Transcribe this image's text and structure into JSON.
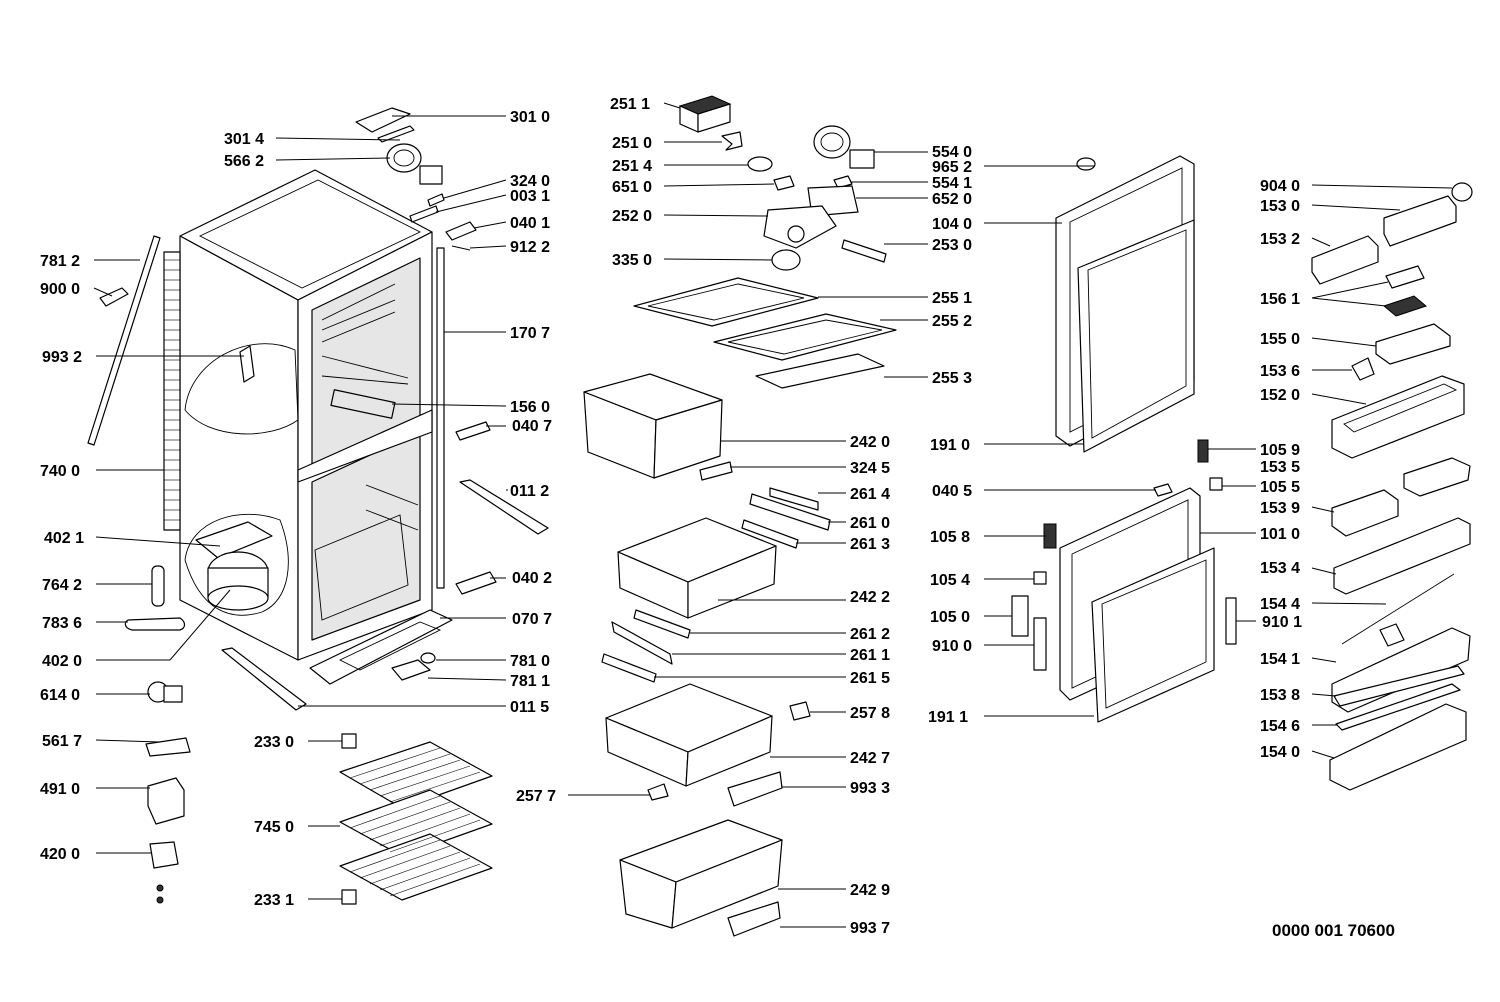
{
  "catalog_number": "0000 001 70600",
  "labels": {
    "p3010": "301 0",
    "p3014": "301 4",
    "p5662": "566 2",
    "p3240": "324 0",
    "p0031": "003 1",
    "p0401": "040 1",
    "p9122": "912 2",
    "p7812": "781 2",
    "p9000": "900 0",
    "p1707": "170 7",
    "p9932": "993 2",
    "p1560": "156 0",
    "p0407": "040 7",
    "p7400": "740 0",
    "p0112": "011 2",
    "p4021": "402 1",
    "p0402": "040 2",
    "p7642": "764 2",
    "p7836": "783 6",
    "p0707": "070 7",
    "p4020": "402 0",
    "p7810": "781 0",
    "p7811": "781 1",
    "p6140": "614 0",
    "p0115": "011 5",
    "p5617": "561 7",
    "p2330": "233 0",
    "p4910": "491 0",
    "p7450": "745 0",
    "p4200": "420 0",
    "p2331": "233 1",
    "p2511": "251 1",
    "p2510": "251 0",
    "p2514": "251 4",
    "p6510": "651 0",
    "p2520": "252 0",
    "p3350": "335 0",
    "p5540": "554 0",
    "p9652": "965 2",
    "p5541": "554 1",
    "p6520": "652 0",
    "p1040": "104 0",
    "p2530": "253 0",
    "p2551": "255 1",
    "p2552": "255 2",
    "p2553": "255 3",
    "p2420": "242 0",
    "p3245": "324 5",
    "p2614": "261 4",
    "p2610": "261 0",
    "p2613": "261 3",
    "p2422": "242 2",
    "p2612": "261 2",
    "p2611": "261 1",
    "p2615": "261 5",
    "p2578": "257 8",
    "p2427": "242 7",
    "p2577": "257 7",
    "p9933": "993 3",
    "p2429": "242 9",
    "p9937": "993 7",
    "p1910": "191 0",
    "p0405": "040 5",
    "p1058": "105 8",
    "p1054": "105 4",
    "p1050": "105 0",
    "p9100": "910 0",
    "p1911": "191 1",
    "p9040": "904 0",
    "p1530": "153 0",
    "p1532": "153 2",
    "p1561": "156 1",
    "p1550": "155 0",
    "p1536": "153 6",
    "p1520": "152 0",
    "p1059": "105 9",
    "p1535": "153 5",
    "p1055": "105 5",
    "p1539": "153 9",
    "p1010": "101 0",
    "p1534": "153 4",
    "p1544": "154 4",
    "p9101": "910 1",
    "p1541": "154 1",
    "p1538": "153 8",
    "p1546": "154 6",
    "p1540": "154 0"
  }
}
